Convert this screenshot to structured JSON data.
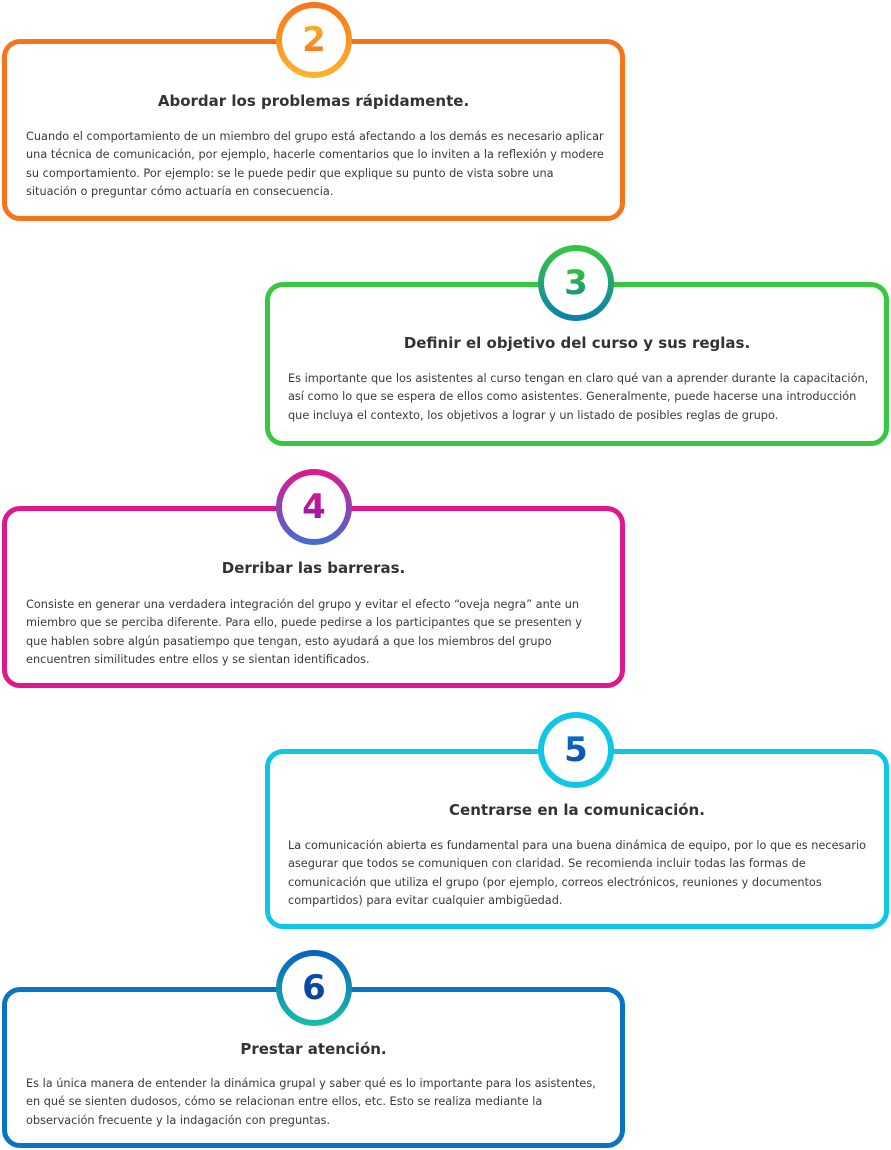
{
  "steps": [
    {
      "number": "2",
      "title": "Abordar los problemas rápidamente.",
      "body": "Cuando el comportamiento de un miembro del grupo está afectando a los demás es necesario aplicar una técnica de comunicación, por ejemplo, hacerle comentarios que lo inviten a la reflexión y modere su comportamiento. Por ejemplo: se le puede pedir que explique su punto de vista sobre una situación o preguntar cómo actuaría en consecuencia.",
      "border_color": "#f7741b",
      "badge_gradient": [
        "#f7741b",
        "#fbb52e"
      ],
      "number_gradient": [
        "#fbb52e",
        "#f7741b"
      ]
    },
    {
      "number": "3",
      "title": "Definir el objetivo del curso y sus reglas.",
      "body": "Es importante que los asistentes al curso tengan en claro qué van a aprender durante la capacitación, así como lo que se espera de ellos como asistentes. Generalmente, puede hacerse una introducción que incluya el contexto, los objetivos a lograr y un listado de posibles reglas de grupo.",
      "border_color": "#38c83f",
      "badge_gradient": [
        "#38c83f",
        "#0b7fb0"
      ],
      "number_gradient": [
        "#38c83f",
        "#1a8a7a"
      ]
    },
    {
      "number": "4",
      "title": "Derribar las barreras.",
      "body": "Consiste en generar una verdadera integración del grupo y evitar el efecto “oveja negra” ante un miembro que se perciba diferente. Para ello, puede pedirse a los participantes que se presenten y que hablen sobre algún pasatiempo que tengan, esto ayudará a que los miembros del grupo encuentren similitudes entre ellos y se sientan identificados.",
      "border_color": "#e0168e",
      "badge_gradient": [
        "#e0168e",
        "#3f6fd0"
      ],
      "number_gradient": [
        "#e0168e",
        "#8a1aa8"
      ]
    },
    {
      "number": "5",
      "title": "Centrarse en la comunicación.",
      "body": "La comunicación abierta es fundamental para una buena dinámica de equipo, por lo que es necesario asegurar que todos se comuniquen con claridad. Se recomienda incluir todas las formas de comunicación que utiliza el grupo (por ejemplo, correos electrónicos, reuniones y documentos compartidos) para evitar cualquier ambigüedad.",
      "border_color": "#0fc6e6",
      "badge_gradient": [
        "#0fc6e6",
        "#0fc6e6"
      ],
      "number_gradient": [
        "#0a6fc8",
        "#0a4fa8"
      ]
    },
    {
      "number": "6",
      "title": "Prestar atención.",
      "body": "Es la única manera de entender la dinámica grupal y saber qué es lo importante para los asistentes, en qué se sienten dudosos, cómo se relacionan entre ellos, etc. Esto se realiza mediante la observación frecuente y la indagación con preguntas.",
      "border_color": "#0874c4",
      "badge_gradient": [
        "#0a5fc0",
        "#17c0a8"
      ],
      "number_gradient": [
        "#0a4fb0",
        "#0a3f98"
      ]
    }
  ]
}
